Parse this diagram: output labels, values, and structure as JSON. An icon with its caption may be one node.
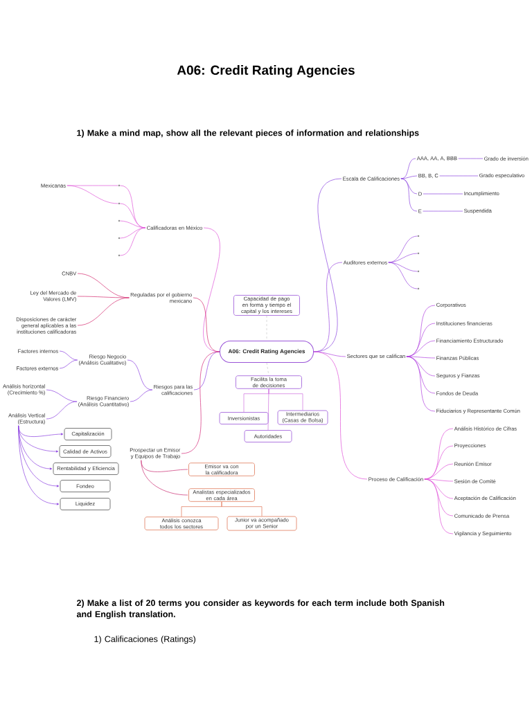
{
  "diagram": {
    "title": "A06: Credit Rating Agencies",
    "nodes": [
      {
        "text": [
          "A06: Credit Rating Agencies"
        ]
      },
      {
        "text": [
          "Calificadoras en México"
        ]
      },
      {
        "text": [],
        "shape": "point"
      },
      {
        "text": [
          "Mexicanas"
        ]
      },
      {
        "text": [],
        "shape": "point"
      },
      {
        "text": [],
        "shape": "point"
      },
      {
        "text": [],
        "shape": "point"
      },
      {
        "text": [],
        "shape": "point"
      },
      {
        "text": [
          "Reguladas por el gobierno mexicano"
        ]
      },
      {
        "text": [
          "CNBV"
        ]
      },
      {
        "text": [
          "Ley del Mercado de Valores (LMV)"
        ]
      },
      {
        "text": [
          "Disposiciones de carácter general aplicables a las instituciones calificadoras"
        ]
      },
      {
        "text": [
          "Riesgos para las calificaciones"
        ]
      },
      {
        "text": [
          "Riesgo Negocio (Análisis Cualitativo)"
        ]
      },
      {
        "text": [
          "Factores internos"
        ]
      },
      {
        "text": [
          "Factores externos"
        ]
      },
      {
        "text": [
          "Riesgo Financiero (Análisis Cuantitativo)"
        ]
      },
      {
        "text": [
          "Análisis horizontal (Crecimiento %)"
        ]
      },
      {
        "text": [
          "Análisis Vertical (Estructura)"
        ]
      },
      {
        "text": [
          "Capitalización"
        ]
      },
      {
        "text": [
          "Calidad de Activos"
        ]
      },
      {
        "text": [
          "Rentabilidad y Eficiencia"
        ]
      },
      {
        "text": [
          "Fondeo"
        ]
      },
      {
        "text": [
          "Liquidez"
        ]
      },
      {
        "text": [
          "Prospectar un Emisor y Equipos de Trabajo"
        ]
      },
      {
        "text": [
          "Emisor va con la calificadora"
        ]
      },
      {
        "text": [
          "Analistas especializados en cada área"
        ]
      },
      {
        "text": [
          "Análisis conozca todos los sectores"
        ]
      },
      {
        "text": [
          "Junior va acompañado por un Senior"
        ]
      },
      {
        "text": [
          "Capacidad de pago en forma y tiempo el capital y los intereses"
        ]
      },
      {
        "text": [
          "Facilita la toma de decisiones"
        ]
      },
      {
        "text": [
          "Inversionistas"
        ]
      },
      {
        "text": [
          "Intermediarios (Casas de Bolsa)"
        ]
      },
      {
        "text": [
          "Autoridades"
        ]
      },
      {
        "text": [
          "Escala de Calificaciones"
        ]
      },
      {
        "text": [
          "AAA, AA, A, BBB"
        ]
      },
      {
        "text": [
          "Grado de inversión"
        ]
      },
      {
        "text": [
          "BB, B, C"
        ]
      },
      {
        "text": [
          "Grado especulativo"
        ]
      },
      {
        "text": [
          "D"
        ]
      },
      {
        "text": [
          "Incumplimiento"
        ]
      },
      {
        "text": [
          "E"
        ]
      },
      {
        "text": [
          "Suspendida"
        ]
      },
      {
        "text": [
          "Auditores externos"
        ]
      },
      {
        "text": [],
        "shape": "point"
      },
      {
        "text": [],
        "shape": "point"
      },
      {
        "text": [],
        "shape": "point"
      },
      {
        "text": [],
        "shape": "point"
      },
      {
        "text": [
          "Sectores que se califican"
        ]
      },
      {
        "text": [
          "Corporativos"
        ]
      },
      {
        "text": [
          "Instituciones financieras"
        ]
      },
      {
        "text": [
          "Financiamiento Estructurado"
        ]
      },
      {
        "text": [
          "Finanzas Públicas"
        ]
      },
      {
        "text": [
          "Seguros y Fianzas"
        ]
      },
      {
        "text": [
          "Fondos de Deuda"
        ]
      },
      {
        "text": [
          "Fiduciarios y Representante Común"
        ]
      },
      {
        "text": [
          "Proceso de Calificación"
        ]
      },
      {
        "text": [
          "Análisis Histórico de Cifras"
        ]
      },
      {
        "text": [
          "Proyecciones"
        ]
      },
      {
        "text": [
          "Reunión Emisor"
        ]
      },
      {
        "text": [
          "Sesión de Comité"
        ]
      },
      {
        "text": [
          "Aceptación de Calificación"
        ]
      },
      {
        "text": [
          "Comunicado de Prensa"
        ]
      },
      {
        "text": [
          "Vigilancia y Seguimiento"
        ]
      }
    ],
    "edges": [
      {
        "from": 0,
        "to": 1,
        "arrow": "none",
        "color": "#e055d8"
      },
      {
        "from": 1,
        "to": 2,
        "arrow": "none",
        "color": "#e055d8"
      },
      {
        "from": 1,
        "to": 4,
        "arrow": "none",
        "color": "#e055d8"
      },
      {
        "from": 1,
        "to": 5,
        "arrow": "none",
        "color": "#e055d8"
      },
      {
        "from": 1,
        "to": 6,
        "arrow": "none",
        "color": "#e055d8"
      },
      {
        "from": 1,
        "to": 7,
        "arrow": "none",
        "color": "#e055d8"
      },
      {
        "from": 3,
        "to": 2,
        "arrow": "none",
        "color": "#e055d8"
      },
      {
        "from": 3,
        "to": 4,
        "arrow": "none",
        "color": "#e055d8"
      },
      {
        "from": 0,
        "to": 8,
        "arrow": "none",
        "color": "#d42a6e"
      },
      {
        "from": 8,
        "to": 9,
        "arrow": "none",
        "color": "#d42a6e"
      },
      {
        "from": 8,
        "to": 10,
        "arrow": "none",
        "color": "#d42a6e"
      },
      {
        "from": 8,
        "to": 11,
        "arrow": "none",
        "color": "#d42a6e"
      },
      {
        "from": 0,
        "to": 12,
        "arrow": "none",
        "color": "#8a3ee0"
      },
      {
        "from": 12,
        "to": 13,
        "arrow": "none",
        "color": "#8a3ee0"
      },
      {
        "from": 12,
        "to": 16,
        "arrow": "none",
        "color": "#8a3ee0"
      },
      {
        "from": 13,
        "to": 14,
        "arrow": "none",
        "color": "#8a3ee0"
      },
      {
        "from": 13,
        "to": 15,
        "arrow": "none",
        "color": "#8a3ee0"
      },
      {
        "from": 16,
        "to": 17,
        "arrow": "none",
        "color": "#8a3ee0"
      },
      {
        "from": 16,
        "to": 18,
        "arrow": "none",
        "color": "#8a3ee0"
      },
      {
        "from": 18,
        "to": 19,
        "arrow": "to",
        "color": "#8a3ee0"
      },
      {
        "from": 18,
        "to": 20,
        "arrow": "to",
        "color": "#8a3ee0"
      },
      {
        "from": 18,
        "to": 21,
        "arrow": "to",
        "color": "#8a3ee0"
      },
      {
        "from": 18,
        "to": 22,
        "arrow": "to",
        "color": "#8a3ee0"
      },
      {
        "from": 18,
        "to": 23,
        "arrow": "to",
        "color": "#8a3ee0"
      },
      {
        "from": 0,
        "to": 24,
        "arrow": "none",
        "color": "#d42a7a"
      },
      {
        "from": 24,
        "to": 25,
        "arrow": "none",
        "color": "#c82a70"
      },
      {
        "from": 24,
        "to": 26,
        "arrow": "none",
        "color": "#c82a70"
      },
      {
        "from": 26,
        "to": 27,
        "arrow": "none",
        "color": "#e07050"
      },
      {
        "from": 26,
        "to": 28,
        "arrow": "none",
        "color": "#e07050"
      },
      {
        "from": 29,
        "to": 0,
        "arrow": "none",
        "style": "dashed",
        "color": "#c8c8c8"
      },
      {
        "from": 0,
        "to": 30,
        "arrow": "none",
        "style": "dashed",
        "color": "#c8c8c8"
      },
      {
        "from": 30,
        "to": 31,
        "arrow": "none",
        "color": "#d070e0"
      },
      {
        "from": 30,
        "to": 32,
        "arrow": "none",
        "color": "#d070e0"
      },
      {
        "from": 30,
        "to": 33,
        "arrow": "none",
        "color": "#d070e0"
      },
      {
        "from": 0,
        "to": 34,
        "arrow": "none",
        "color": "#8a44e0"
      },
      {
        "from": 34,
        "to": 35,
        "arrow": "none",
        "color": "#8a44e0"
      },
      {
        "from": 34,
        "to": 37,
        "arrow": "none",
        "color": "#8a44e0"
      },
      {
        "from": 34,
        "to": 39,
        "arrow": "none",
        "color": "#8a44e0"
      },
      {
        "from": 34,
        "to": 41,
        "arrow": "none",
        "color": "#8a44e0"
      },
      {
        "from": 35,
        "to": 36,
        "arrow": "none",
        "color": "#8a44e0"
      },
      {
        "from": 37,
        "to": 38,
        "arrow": "none",
        "color": "#8a44e0"
      },
      {
        "from": 39,
        "to": 40,
        "arrow": "none",
        "color": "#8a44e0"
      },
      {
        "from": 41,
        "to": 42,
        "arrow": "none",
        "color": "#8a44e0"
      },
      {
        "from": 0,
        "to": 43,
        "arrow": "none",
        "color": "#9a48e0"
      },
      {
        "from": 43,
        "to": 44,
        "arrow": "none",
        "color": "#9a48e0"
      },
      {
        "from": 43,
        "to": 45,
        "arrow": "none",
        "color": "#9a48e0"
      },
      {
        "from": 43,
        "to": 46,
        "arrow": "none",
        "color": "#9a48e0"
      },
      {
        "from": 43,
        "to": 47,
        "arrow": "none",
        "color": "#9a48e0"
      },
      {
        "from": 0,
        "to": 48,
        "arrow": "none",
        "color": "#b040e0"
      },
      {
        "from": 48,
        "to": 49,
        "arrow": "none",
        "color": "#b040e0"
      },
      {
        "from": 48,
        "to": 50,
        "arrow": "none",
        "color": "#b040e0"
      },
      {
        "from": 48,
        "to": 51,
        "arrow": "none",
        "color": "#b040e0"
      },
      {
        "from": 48,
        "to": 52,
        "arrow": "none",
        "color": "#b040e0"
      },
      {
        "from": 48,
        "to": 53,
        "arrow": "none",
        "color": "#b040e0"
      },
      {
        "from": 48,
        "to": 54,
        "arrow": "none",
        "color": "#b040e0"
      },
      {
        "from": 48,
        "to": 55,
        "arrow": "none",
        "color": "#b040e0"
      },
      {
        "from": 0,
        "to": 56,
        "arrow": "none",
        "color": "#e050d8"
      },
      {
        "from": 56,
        "to": 57,
        "arrow": "none",
        "color": "#e050d8"
      },
      {
        "from": 56,
        "to": 58,
        "arrow": "none",
        "color": "#e050d8"
      },
      {
        "from": 56,
        "to": 59,
        "arrow": "none",
        "color": "#e050d8"
      },
      {
        "from": 56,
        "to": 60,
        "arrow": "none",
        "color": "#e050d8"
      },
      {
        "from": 56,
        "to": 61,
        "arrow": "none",
        "color": "#e050d8"
      },
      {
        "from": 56,
        "to": 62,
        "arrow": "none",
        "color": "#e050d8"
      },
      {
        "from": 56,
        "to": 63,
        "arrow": "none",
        "color": "#e050d8"
      }
    ],
    "labels": [
      "1) Make a mind map, show all the relevant pieces of information and relationships",
      "2) Make a list of 20 terms you consider as keywords for each term include both Spanish and English translation.",
      "1) Calificaciones (Ratings)"
    ]
  }
}
